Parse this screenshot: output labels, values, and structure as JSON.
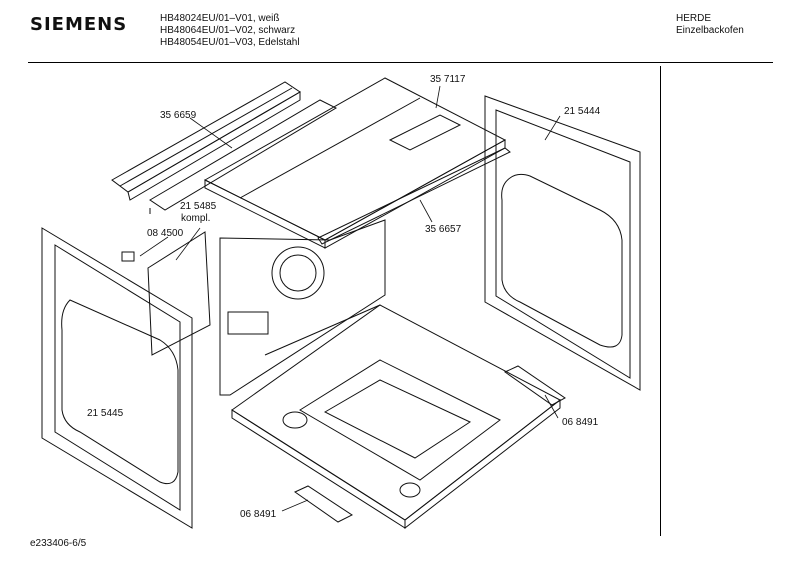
{
  "header": {
    "brand": "SIEMENS",
    "models": [
      "HB48024EU/01–V01, weiß",
      "HB48064EU/01–V02, schwarz",
      "HB48054EU/01–V03, Edelstahl"
    ],
    "category": [
      "HERDE",
      "Einzelbackofen"
    ]
  },
  "parts": {
    "p356659": "35 6659",
    "p357117": "35  7117",
    "p215444": "21 5444",
    "p215485": "21 5485",
    "kompl": "kompl.",
    "p084500": "08 4500",
    "p356657": "35 6657",
    "p215445": "21 5445",
    "p068491_right": "06 8491",
    "p068491_bottom": "06 8491"
  },
  "footer": {
    "drawing_id": "e233406-6/5"
  }
}
